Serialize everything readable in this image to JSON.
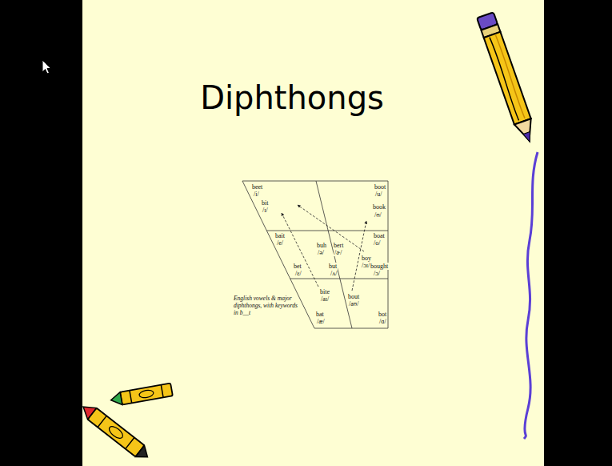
{
  "diagram": {
    "title": "Diphthongs",
    "caption": "English vowels & major diphthongs, with keywords in b__t",
    "labels": [
      "beet",
      "/i/",
      "bit",
      "/ɪ/",
      "boot",
      "/u/",
      "book",
      "/ʊ/",
      "bait",
      "/e/",
      "buh",
      "/ə/",
      "bert",
      "/ɚ/",
      "boat",
      "/o/",
      "boy",
      "/ɔɪ/",
      "bet",
      "/ɛ/",
      "but",
      "/ʌ/",
      "bought",
      "/ɔ/",
      "bite",
      "/aɪ/",
      "bout",
      "/aʊ/",
      "bat",
      "/æ/",
      "bot",
      "/ɑ/"
    ]
  }
}
